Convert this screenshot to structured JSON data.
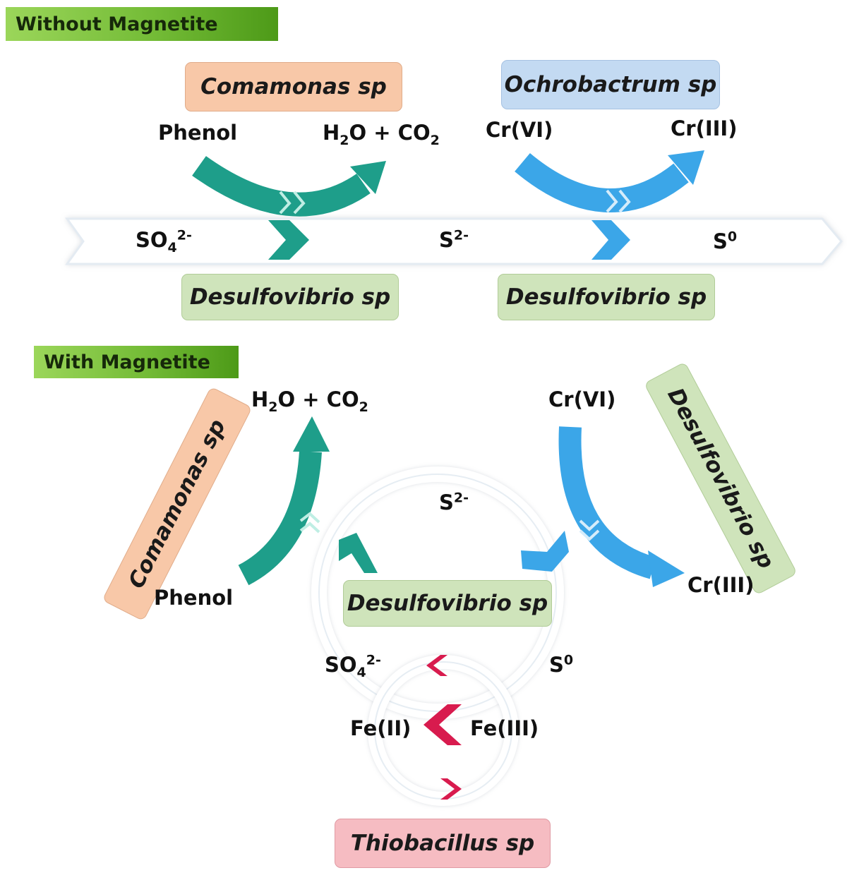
{
  "sections": {
    "without": {
      "title": "Without Magnetite"
    },
    "with": {
      "title": "With Magnetite"
    }
  },
  "organisms": {
    "comamonas": "Comamonas sp",
    "ochrobactrum": "Ochrobactrum sp",
    "desulfovibrio": "Desulfovibrio sp",
    "thiobacillus": "Thiobacillus sp"
  },
  "species": {
    "phenol": "Phenol",
    "h2o": "H",
    "h2o_sub": "2",
    "h2o_rest": "O + CO",
    "co2_sub": "2",
    "cr6": "Cr(VI)",
    "cr3": "Cr(III)",
    "so4": "SO",
    "so4_sub": "4",
    "so4_sup": "2-",
    "s2": "S",
    "s2_sup": "2-",
    "s0": "S",
    "s0_sup": "0",
    "fe2": "Fe(II)",
    "fe3": "Fe(III)"
  },
  "colors": {
    "teal": "#1e9e8a",
    "blue": "#3ba6e8",
    "crimson": "#d81b4e",
    "header_green": "#73bb36"
  }
}
